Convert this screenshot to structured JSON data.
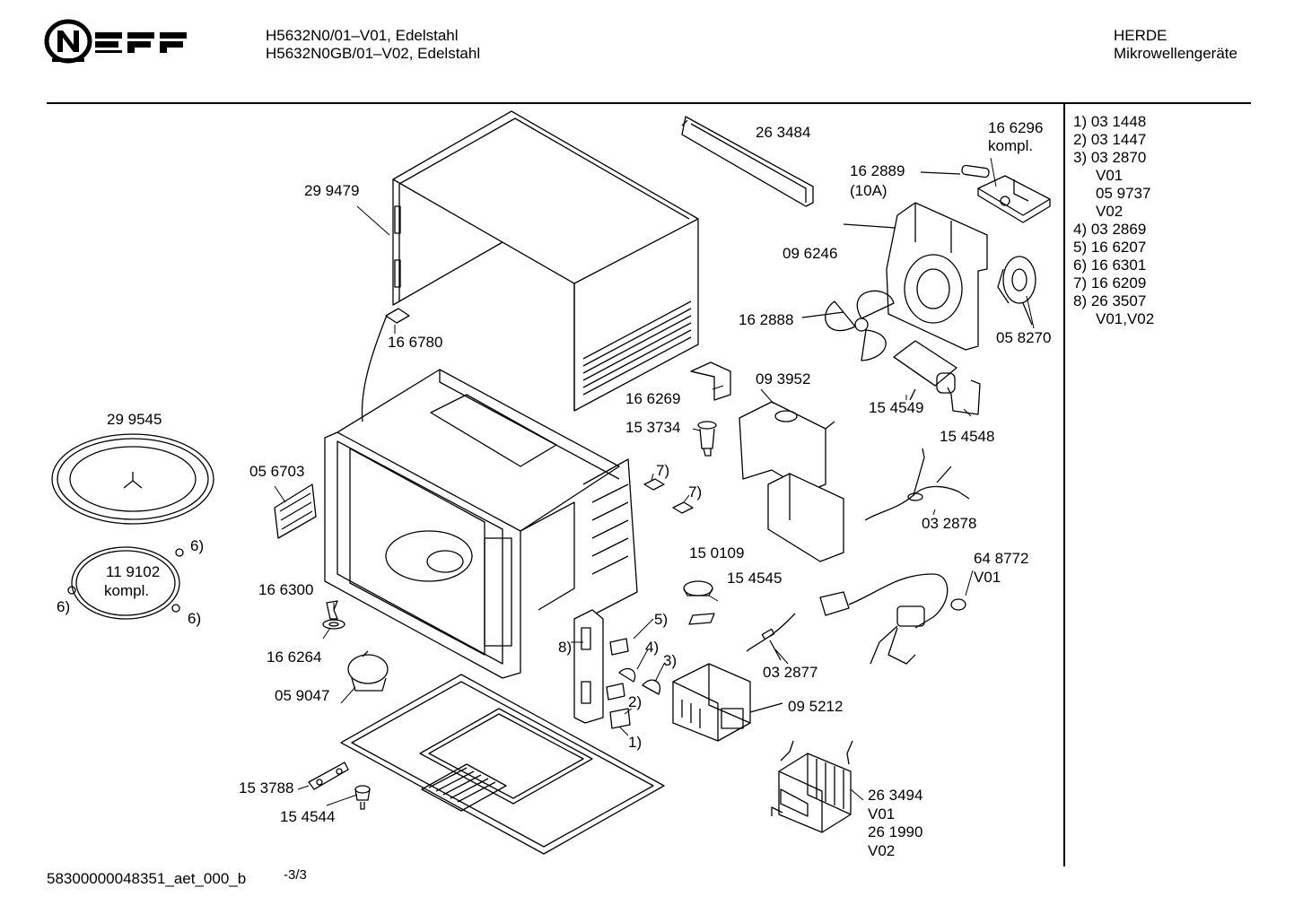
{
  "header": {
    "brand": "NEFF",
    "model_line_1": "H5632N0/01–V01, Edelstahl",
    "model_line_2": "H5632N0GB/01–V02, Edelstahl",
    "category_1": "HERDE",
    "category_2": "Mikrowellengeräte"
  },
  "parts_legend": [
    {
      "text": "1) 03 1448"
    },
    {
      "text": "2) 03 1447"
    },
    {
      "text": "3) 03 2870"
    },
    {
      "text": "V01",
      "indent": true
    },
    {
      "text": "05 9737",
      "indent": true
    },
    {
      "text": "V02",
      "indent": true
    },
    {
      "text": "4) 03 2869"
    },
    {
      "text": "5) 16 6207"
    },
    {
      "text": "6) 16 6301"
    },
    {
      "text": "7) 16 6209"
    },
    {
      "text": "8) 26 3507"
    },
    {
      "text": "V01,V02",
      "indent": true
    }
  ],
  "callouts": {
    "c263484": "26 3484",
    "c166296": "16 6296",
    "kompl1": "kompl.",
    "c162889": "16 2889",
    "c10a": "(10A)",
    "c299479": "29 9479",
    "c096246": "09 6246",
    "c162888": "16 2888",
    "c058270": "05 8270",
    "c166780": "16 6780",
    "c166269": "16 6269",
    "c093952": "09 3952",
    "c154549": "15 4549",
    "c154548": "15 4548",
    "c153734": "15 3734",
    "c299545": "29 9545",
    "c056703": "05 6703",
    "c7a": "7)",
    "c7b": "7)",
    "c032878": "03 2878",
    "c6a": "6)",
    "c119102": "11 9102",
    "kompl2": "kompl.",
    "c6b": "6)",
    "c6c": "6)",
    "c150109": "15 0109",
    "c154545": "15 4545",
    "c648772": "64 8772",
    "cV01a": "V01",
    "c166300": "16 6300",
    "c5": "5)",
    "c4": "4)",
    "c8": "8)",
    "c3": "3)",
    "c166264": "16 6264",
    "c2": "2)",
    "c032877": "03 2877",
    "c059047": "05 9047",
    "c095212": "09 5212",
    "c1": "1)",
    "c153788": "15 3788",
    "c154544": "15 4544",
    "c263494": "26 3494",
    "cV01b": "V01",
    "c261990": "26 1990",
    "cV02": "V02"
  },
  "footer": {
    "doc_id": "58300000048351_aet_000_b",
    "page": "-3/3"
  }
}
